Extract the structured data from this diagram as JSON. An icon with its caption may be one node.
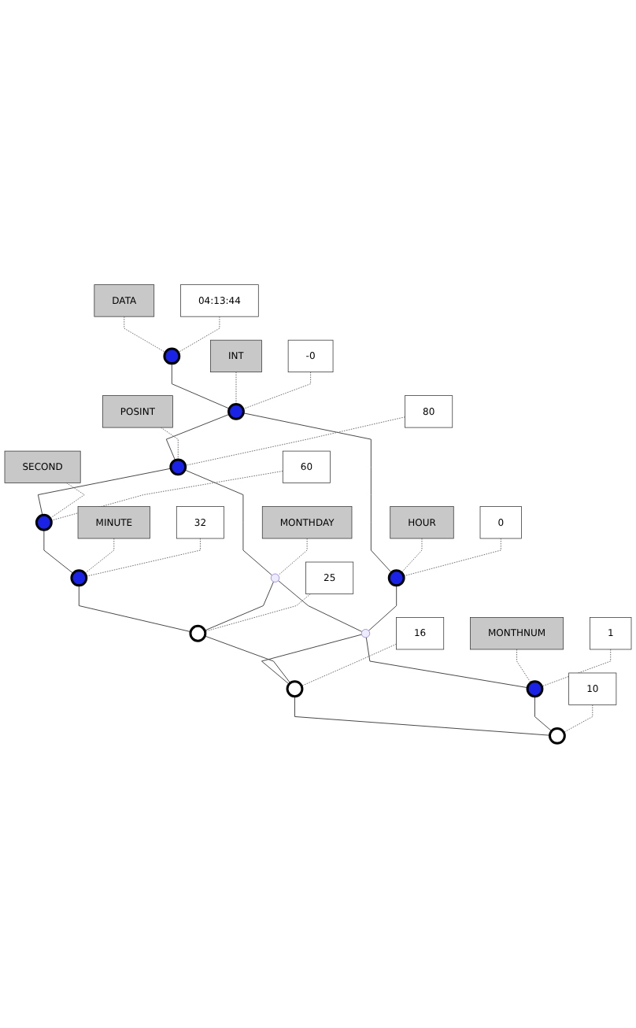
{
  "diagram": {
    "nodes": [
      {
        "text": [
          "DATA"
        ]
      },
      {
        "text": [
          "04:13:44"
        ]
      },
      {
        "text": [],
        "shape": "circle"
      },
      {
        "text": [
          "INT"
        ]
      },
      {
        "text": [
          "-0"
        ]
      },
      {
        "text": [],
        "shape": "circle"
      },
      {
        "text": [
          "POSINT"
        ]
      },
      {
        "text": [
          "80"
        ]
      },
      {
        "text": [],
        "shape": "circle"
      },
      {
        "text": [
          "MONTHDAY"
        ]
      },
      {
        "text": [
          "SECOND"
        ]
      },
      {
        "text": [
          "60"
        ]
      },
      {
        "text": [],
        "shape": "circle"
      },
      {
        "text": [
          "HOUR"
        ]
      },
      {
        "text": [
          "0"
        ]
      },
      {
        "text": [
          "MINUTE"
        ]
      },
      {
        "text": [
          "32"
        ]
      },
      {
        "text": [],
        "shape": "circle"
      },
      {
        "text": [],
        "shape": "circle"
      },
      {
        "text": [],
        "shape": "circle"
      },
      {
        "text": [],
        "shape": "circle"
      },
      {
        "text": [
          "MONTHNUM"
        ]
      },
      {
        "text": [
          "1"
        ]
      },
      {
        "text": [],
        "shape": "circle"
      },
      {
        "text": [
          "25"
        ]
      },
      {
        "text": [],
        "shape": "circle"
      },
      {
        "text": [],
        "shape": "circle"
      },
      {
        "text": [
          "16"
        ]
      },
      {
        "text": [],
        "shape": "circle"
      },
      {
        "text": [
          "10"
        ]
      }
    ],
    "edges": [
      {
        "from": 0,
        "to": 2,
        "arrow": "none",
        "style": "dashed"
      },
      {
        "from": 1,
        "to": 2,
        "arrow": "none",
        "style": "dashed"
      },
      {
        "from": 2,
        "to": 5,
        "arrow": "none"
      },
      {
        "from": 3,
        "to": 5,
        "arrow": "none",
        "style": "dashed"
      },
      {
        "from": 4,
        "to": 5,
        "arrow": "none",
        "style": "dashed"
      },
      {
        "from": 5,
        "to": 8,
        "arrow": "none"
      },
      {
        "from": 5,
        "to": 19,
        "arrow": "none"
      },
      {
        "from": 6,
        "to": 8,
        "arrow": "none",
        "style": "dashed"
      },
      {
        "from": 7,
        "to": 8,
        "arrow": "none",
        "style": "dashed"
      },
      {
        "from": 8,
        "to": 12,
        "arrow": "none"
      },
      {
        "from": 8,
        "to": 18,
        "arrow": "none"
      },
      {
        "from": 9,
        "to": 18,
        "arrow": "none",
        "style": "dashed"
      },
      {
        "from": 10,
        "to": 12,
        "arrow": "none",
        "style": "dashed"
      },
      {
        "from": 11,
        "to": 12,
        "arrow": "none",
        "style": "dashed"
      },
      {
        "from": 12,
        "to": 17,
        "arrow": "none"
      },
      {
        "from": 13,
        "to": 19,
        "arrow": "none",
        "style": "dashed"
      },
      {
        "from": 14,
        "to": 19,
        "arrow": "none",
        "style": "dashed"
      },
      {
        "from": 15,
        "to": 17,
        "arrow": "none",
        "style": "dashed"
      },
      {
        "from": 16,
        "to": 17,
        "arrow": "none",
        "style": "dashed"
      },
      {
        "from": 17,
        "to": 23,
        "arrow": "none"
      },
      {
        "from": 18,
        "to": 23,
        "arrow": "none"
      },
      {
        "from": 18,
        "to": 20,
        "arrow": "none"
      },
      {
        "from": 19,
        "to": 20,
        "arrow": "none"
      },
      {
        "from": 20,
        "to": 25,
        "arrow": "none"
      },
      {
        "from": 20,
        "to": 26,
        "arrow": "none"
      },
      {
        "from": 21,
        "to": 26,
        "arrow": "none",
        "style": "dashed"
      },
      {
        "from": 22,
        "to": 26,
        "arrow": "none",
        "style": "dashed"
      },
      {
        "from": 24,
        "to": 23,
        "arrow": "none",
        "style": "dashed"
      },
      {
        "from": 23,
        "to": 25,
        "arrow": "none"
      },
      {
        "from": 27,
        "to": 25,
        "arrow": "none",
        "style": "dashed"
      },
      {
        "from": 25,
        "to": 28,
        "arrow": "none"
      },
      {
        "from": 26,
        "to": 28,
        "arrow": "none"
      },
      {
        "from": 29,
        "to": 28,
        "arrow": "none",
        "style": "dashed"
      }
    ]
  }
}
